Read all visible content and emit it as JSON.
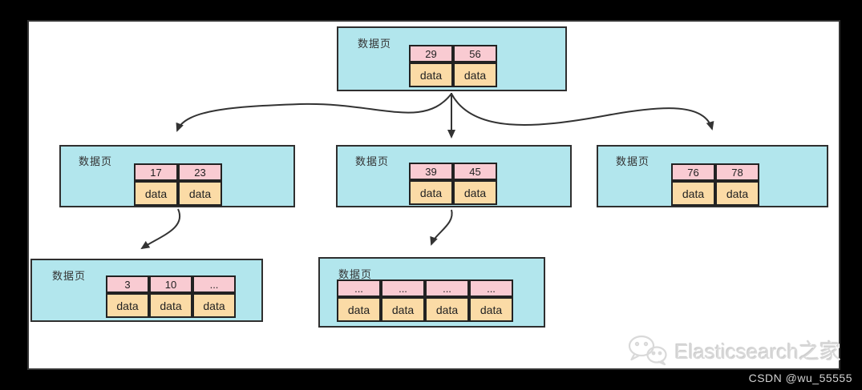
{
  "colors": {
    "frame": "#000000",
    "canvas": "#ffffff",
    "panel-border": "#333333",
    "node-fill": "#b2e6ed",
    "node-border": "#2f2f2f",
    "key-fill": "#f9cbd2",
    "data-fill": "#fbdba6",
    "cell-border": "#222222",
    "arrow": "#333333",
    "label-text": "#333333",
    "watermark-text": "#d9d9d9",
    "credit-text": "#d2d2d2"
  },
  "nodes": [
    {
      "id": "root",
      "label": "数据页",
      "keys": [
        "29",
        "56"
      ],
      "data": [
        "data",
        "data"
      ]
    },
    {
      "id": "mid-left",
      "label": "数据页",
      "keys": [
        "17",
        "23"
      ],
      "data": [
        "data",
        "data"
      ]
    },
    {
      "id": "mid-center",
      "label": "数据页",
      "keys": [
        "39",
        "45"
      ],
      "data": [
        "data",
        "data"
      ]
    },
    {
      "id": "mid-right",
      "label": "数据页",
      "keys": [
        "76",
        "78"
      ],
      "data": [
        "data",
        "data"
      ]
    },
    {
      "id": "bottom-left",
      "label": "数据页",
      "keys": [
        "3",
        "10",
        "..."
      ],
      "data": [
        "data",
        "data",
        "data"
      ]
    },
    {
      "id": "bottom-center",
      "label": "数据页",
      "keys": [
        "...",
        "...",
        "...",
        "..."
      ],
      "data": [
        "data",
        "data",
        "data",
        "data"
      ]
    }
  ],
  "edges": [
    {
      "from": "root",
      "to": "mid-left"
    },
    {
      "from": "root",
      "to": "mid-center"
    },
    {
      "from": "root",
      "to": "mid-right"
    },
    {
      "from": "mid-left",
      "to": "bottom-left"
    },
    {
      "from": "mid-center",
      "to": "bottom-center"
    }
  ],
  "watermark": {
    "icon": "wechat-icon",
    "text": "Elasticsearch之家"
  },
  "credit": {
    "text": "CSDN @wu_55555"
  }
}
